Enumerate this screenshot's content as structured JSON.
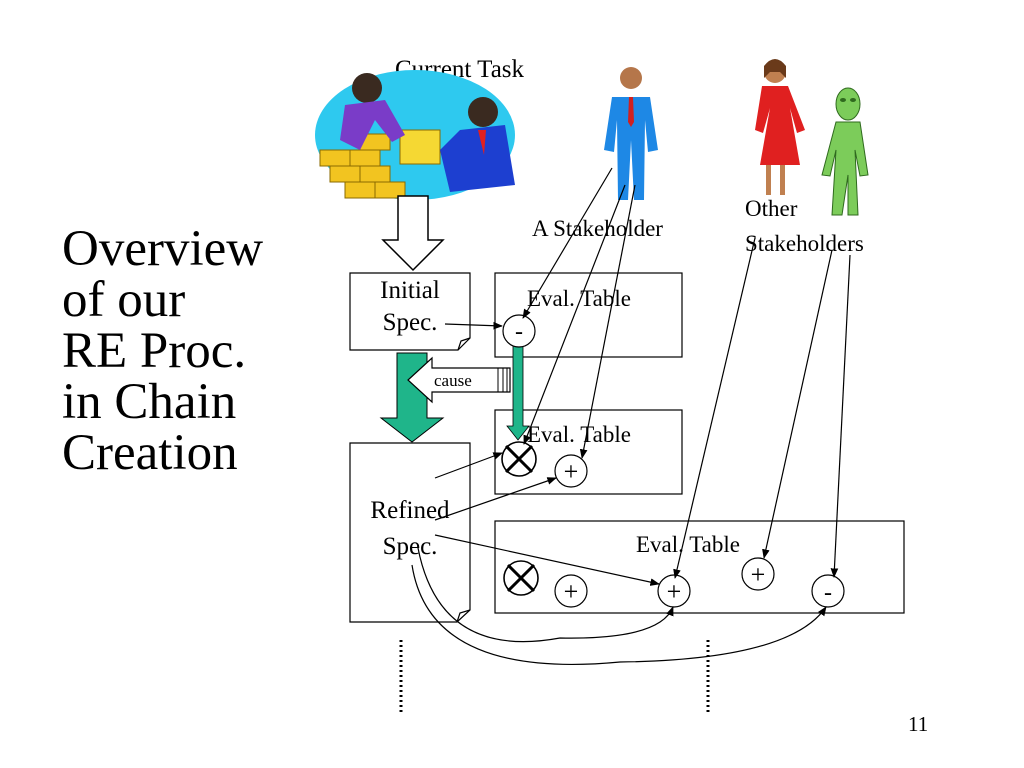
{
  "slide": {
    "title": "Overview\nof our\nRE Proc.\nin Chain\nCreation",
    "page_number": "11"
  },
  "labels": {
    "current_task": "Current Task",
    "a_stakeholder": "A Stakeholder",
    "other_stakeholders": "Other\nStakeholders",
    "cause": "cause"
  },
  "boxes": {
    "initial_spec": "Initial\nSpec.",
    "refined_spec": "Refined\nSpec.",
    "eval_table_1": "Eval. Table",
    "eval_table_2": "Eval. Table",
    "eval_table_3": "Eval. Table"
  },
  "marks": {
    "minus": "-",
    "plus": "+"
  },
  "colors": {
    "flow_arrow": "#1fb58a",
    "stakeholder_suit": "#1e88e5",
    "stakeholder_dress": "#e02020",
    "alien": "#7ccc5a"
  }
}
